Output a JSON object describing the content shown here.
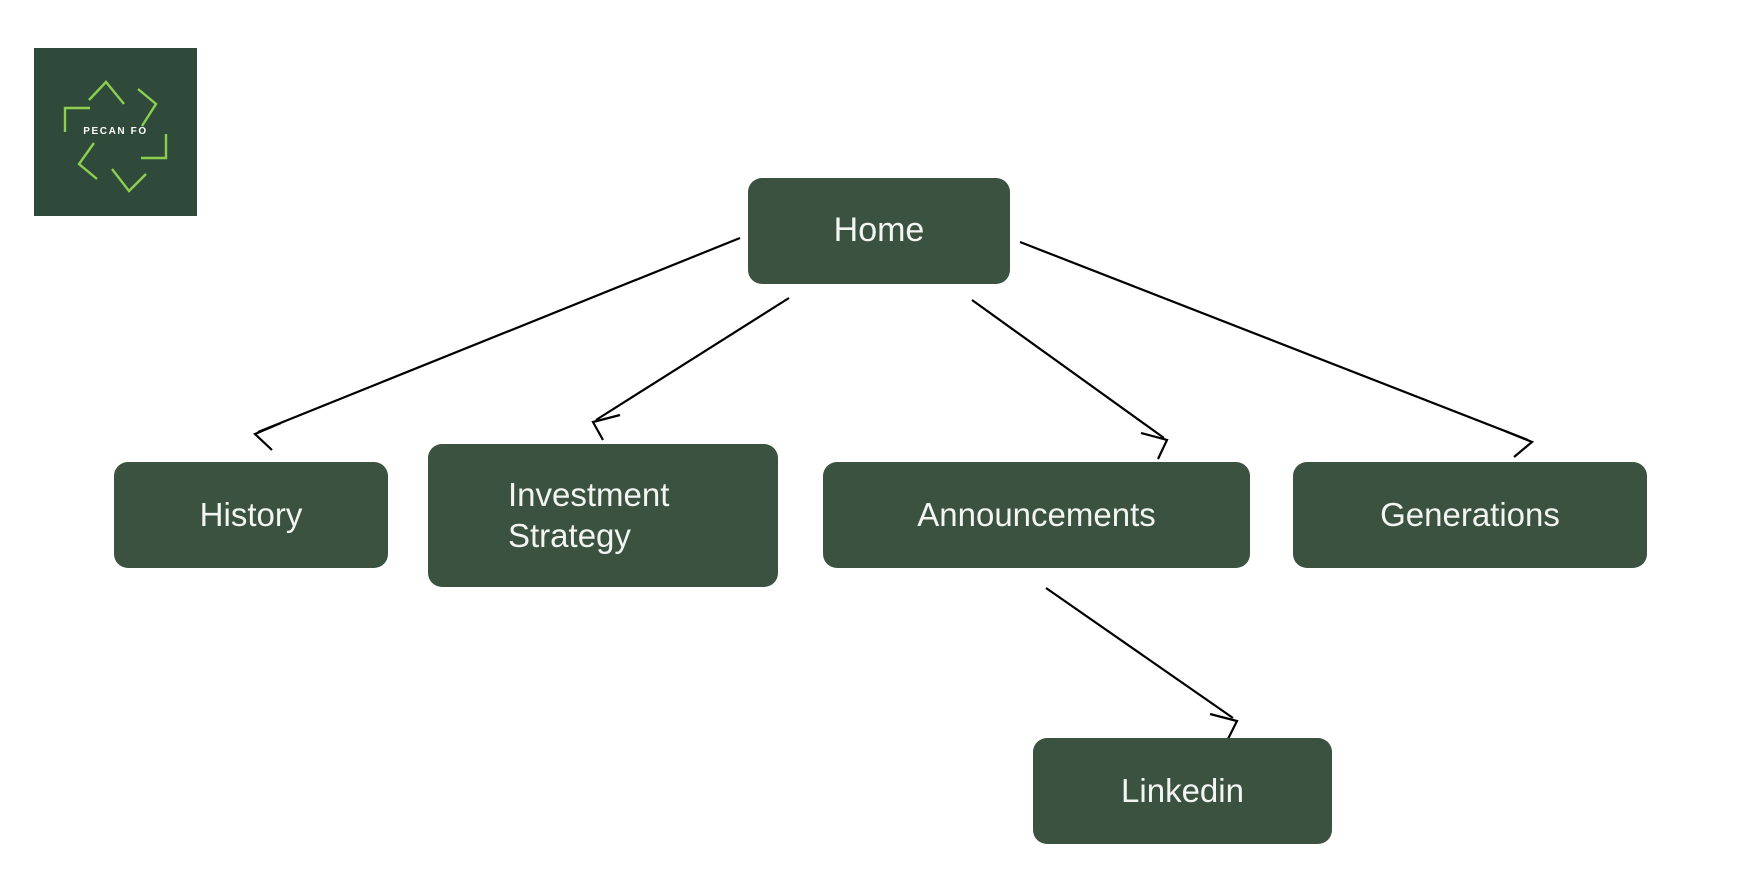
{
  "page": {
    "background_color": "#ffffff",
    "title": "Site structure diagram"
  },
  "logo": {
    "name": "pecan-fo-logo",
    "text": "PECAN FO",
    "tile_color": "#2f4a3b",
    "mark_color": "#8ccf4e",
    "text_color": "#ffffff"
  },
  "diagram": {
    "type": "tree",
    "node_fill": "#3a523f",
    "node_text_color": "#f2f5f2",
    "connector_color": "#000000",
    "nodes": [
      {
        "id": "home",
        "label": "Home",
        "level": 0
      },
      {
        "id": "history",
        "label": "History",
        "level": 1
      },
      {
        "id": "strategy",
        "label": "Investment\nStrategy",
        "level": 1
      },
      {
        "id": "announce",
        "label": "Announcements",
        "level": 1
      },
      {
        "id": "generate",
        "label": "Generations",
        "level": 1
      },
      {
        "id": "linkedin",
        "label": "Linkedin",
        "level": 2
      }
    ],
    "edges": [
      {
        "from": "home",
        "to": "history"
      },
      {
        "from": "home",
        "to": "strategy"
      },
      {
        "from": "home",
        "to": "announce"
      },
      {
        "from": "home",
        "to": "generate"
      },
      {
        "from": "announce",
        "to": "linkedin"
      }
    ]
  }
}
